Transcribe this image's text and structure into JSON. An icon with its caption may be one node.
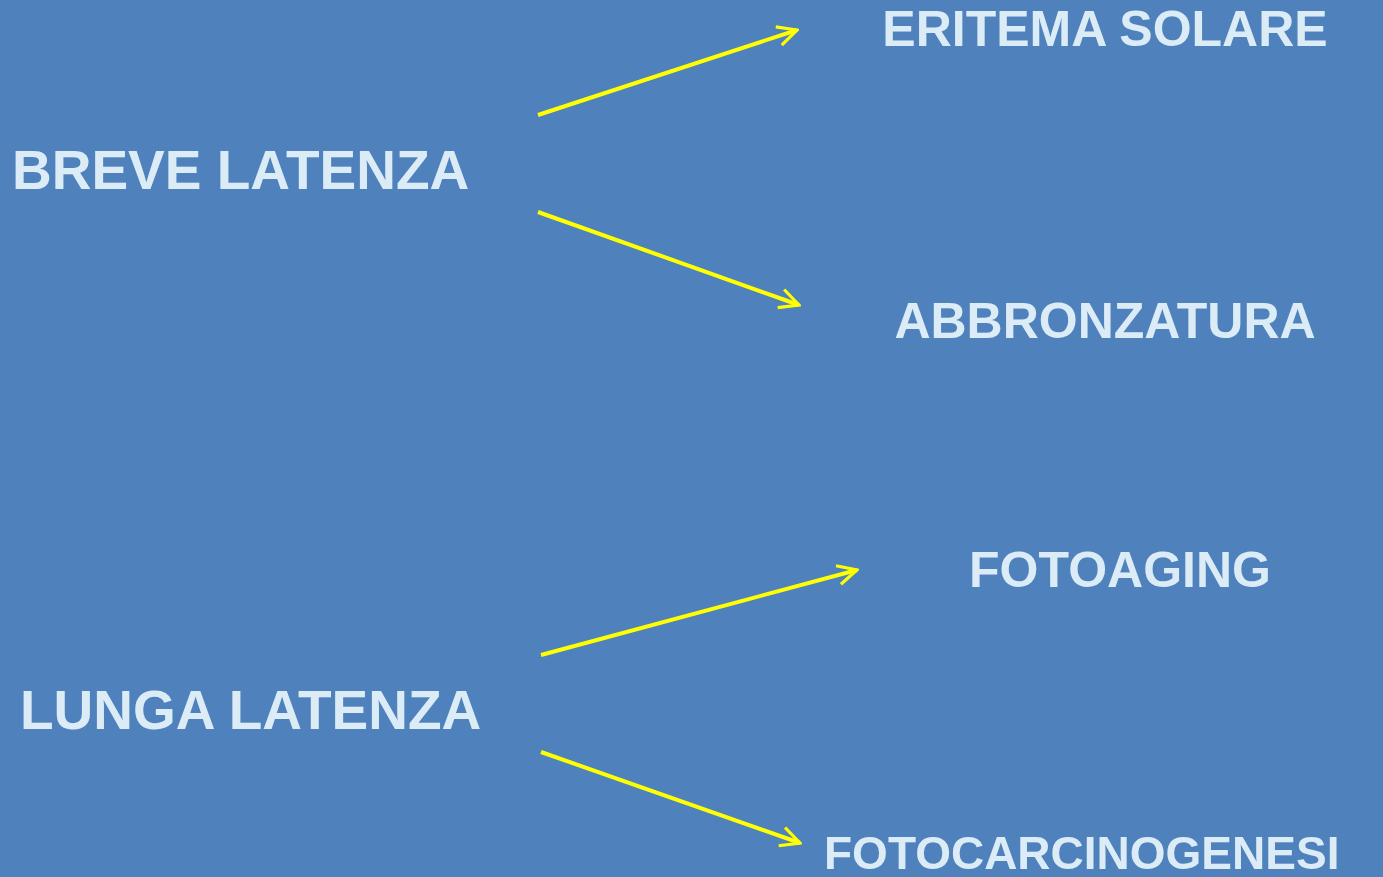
{
  "diagram": {
    "nodes": [
      {
        "text": [
          "BREVE LATENZA"
        ]
      },
      {
        "text": [
          "ERITEMA SOLARE"
        ]
      },
      {
        "text": [
          "ABBRONZATURA"
        ]
      },
      {
        "text": [
          "LUNGA LATENZA"
        ]
      },
      {
        "text": [
          "FOTOAGING"
        ]
      },
      {
        "text": [
          "FOTOCARCINOGENESI"
        ]
      }
    ],
    "edges": [
      {
        "from": 0,
        "to": 1,
        "arrow": "to"
      },
      {
        "from": 0,
        "to": 2,
        "arrow": "to"
      },
      {
        "from": 3,
        "to": 4,
        "arrow": "to"
      },
      {
        "from": 3,
        "to": 5,
        "arrow": "to"
      }
    ]
  }
}
